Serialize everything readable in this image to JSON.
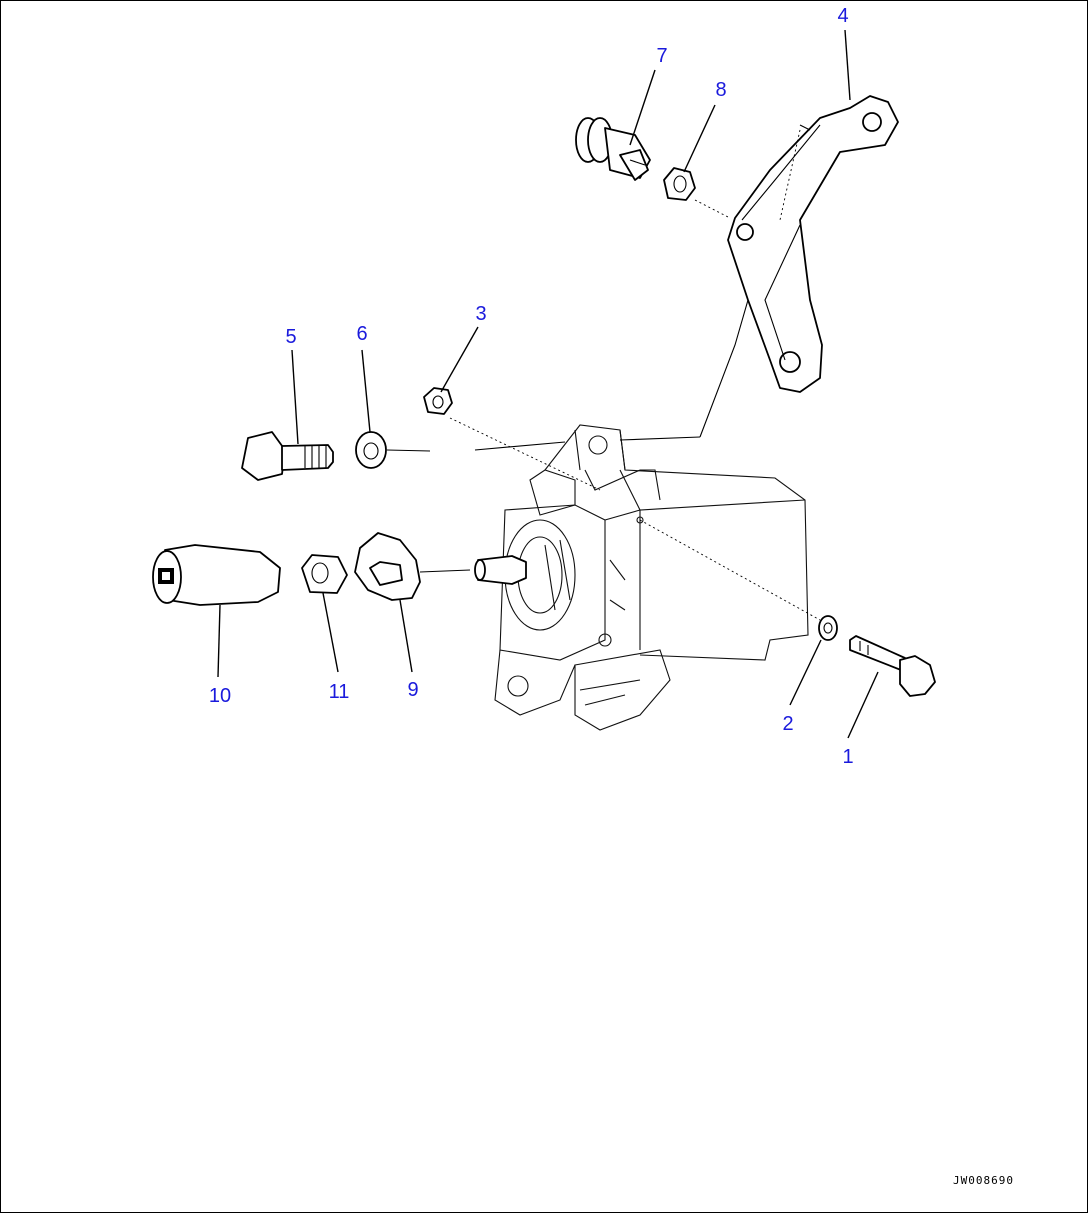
{
  "callouts": [
    {
      "id": "1",
      "label": "1"
    },
    {
      "id": "2",
      "label": "2"
    },
    {
      "id": "3",
      "label": "3"
    },
    {
      "id": "4",
      "label": "4"
    },
    {
      "id": "5",
      "label": "5"
    },
    {
      "id": "6",
      "label": "6"
    },
    {
      "id": "7",
      "label": "7"
    },
    {
      "id": "8",
      "label": "8"
    },
    {
      "id": "9",
      "label": "9"
    },
    {
      "id": "10",
      "label": "10"
    },
    {
      "id": "11",
      "label": "11"
    }
  ],
  "drawing_code": "JW008690",
  "colors": {
    "callout": "#1a1adc",
    "line": "#000000"
  }
}
